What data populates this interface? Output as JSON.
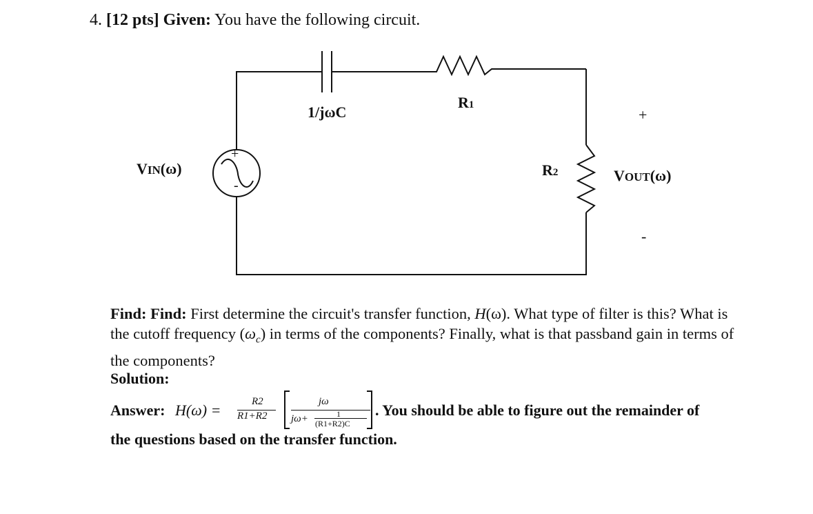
{
  "problem": {
    "number": "4.",
    "points": "[12 pts]",
    "given_label": "Given:",
    "given_text": "You have the following circuit."
  },
  "circuit": {
    "capacitor_label": {
      "main": "1/j",
      "omega": "ω",
      "end": "C"
    },
    "r1_label": {
      "main": "R",
      "sub": "1"
    },
    "r2_label": {
      "main": "R",
      "sub": "2"
    },
    "vin_label": {
      "main": "V",
      "sub": "IN",
      "arg": "(ω)"
    },
    "vout_label": {
      "main": "V",
      "sub": "OUT",
      "arg": "(ω)"
    },
    "source_plus": "+",
    "source_minus": "-",
    "vout_plus": "+",
    "vout_minus": "-"
  },
  "find": {
    "label1": "Find:",
    "label2": "Find:",
    "text_a": "First determine the circuit's transfer function,",
    "h_symbol": "H",
    "h_arg": "(ω).",
    "text_b": "What type of filter is this? What is the cutoff frequency (",
    "omega_c": "ω",
    "omega_c_sub": "c",
    "text_c": ") in terms of the components? Finally, what is that passband gain in terms of the components?"
  },
  "solution": {
    "label": "Solution:"
  },
  "answer": {
    "label": "Answer:",
    "lhs": "H(ω) =",
    "frac1_num": "R2",
    "frac1_den": "R1+R2",
    "bracket_num": "jω",
    "bracket_den_a": "jω+",
    "inner_num": "1",
    "inner_den": "(R1+R2)C",
    "trailing": ". You should be able to figure out the remainder of",
    "last_line": "the questions based on the transfer function."
  }
}
